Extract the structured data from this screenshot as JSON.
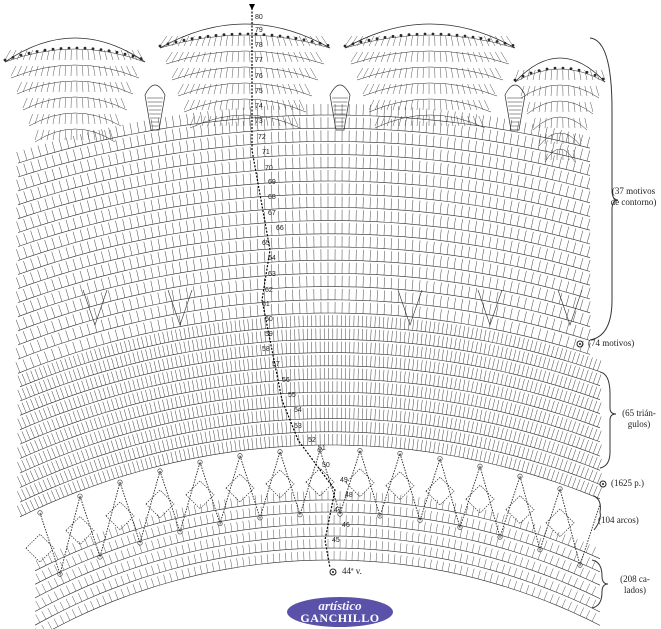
{
  "row_numbers": [
    "80",
    "79",
    "78",
    "77",
    "76",
    "75",
    "74",
    "73",
    "72",
    "71",
    "70",
    "69",
    "68",
    "67",
    "66",
    "65",
    "64",
    "63",
    "62",
    "61",
    "60",
    "59",
    "58",
    "57",
    "56",
    "55",
    "54",
    "53",
    "52",
    "51",
    "50",
    "49",
    "48",
    "47",
    "46",
    "45"
  ],
  "notes": {
    "contour_motifs": [
      "(37 motivos",
      "de contorno)"
    ],
    "motifs": "(74 motivos)",
    "triangles": [
      "(65 trián-",
      "gulos)"
    ],
    "points": "(1625 p.)",
    "arcs": "(104 arcos)",
    "openwork": [
      "(208 ca-",
      "lados)"
    ],
    "start_chain": "44ª v."
  },
  "logo": {
    "line1": "artístico",
    "line2": "GANCHILLO"
  },
  "colors": {
    "ink": "#2a2a2a",
    "logo": "#5a52a8"
  }
}
